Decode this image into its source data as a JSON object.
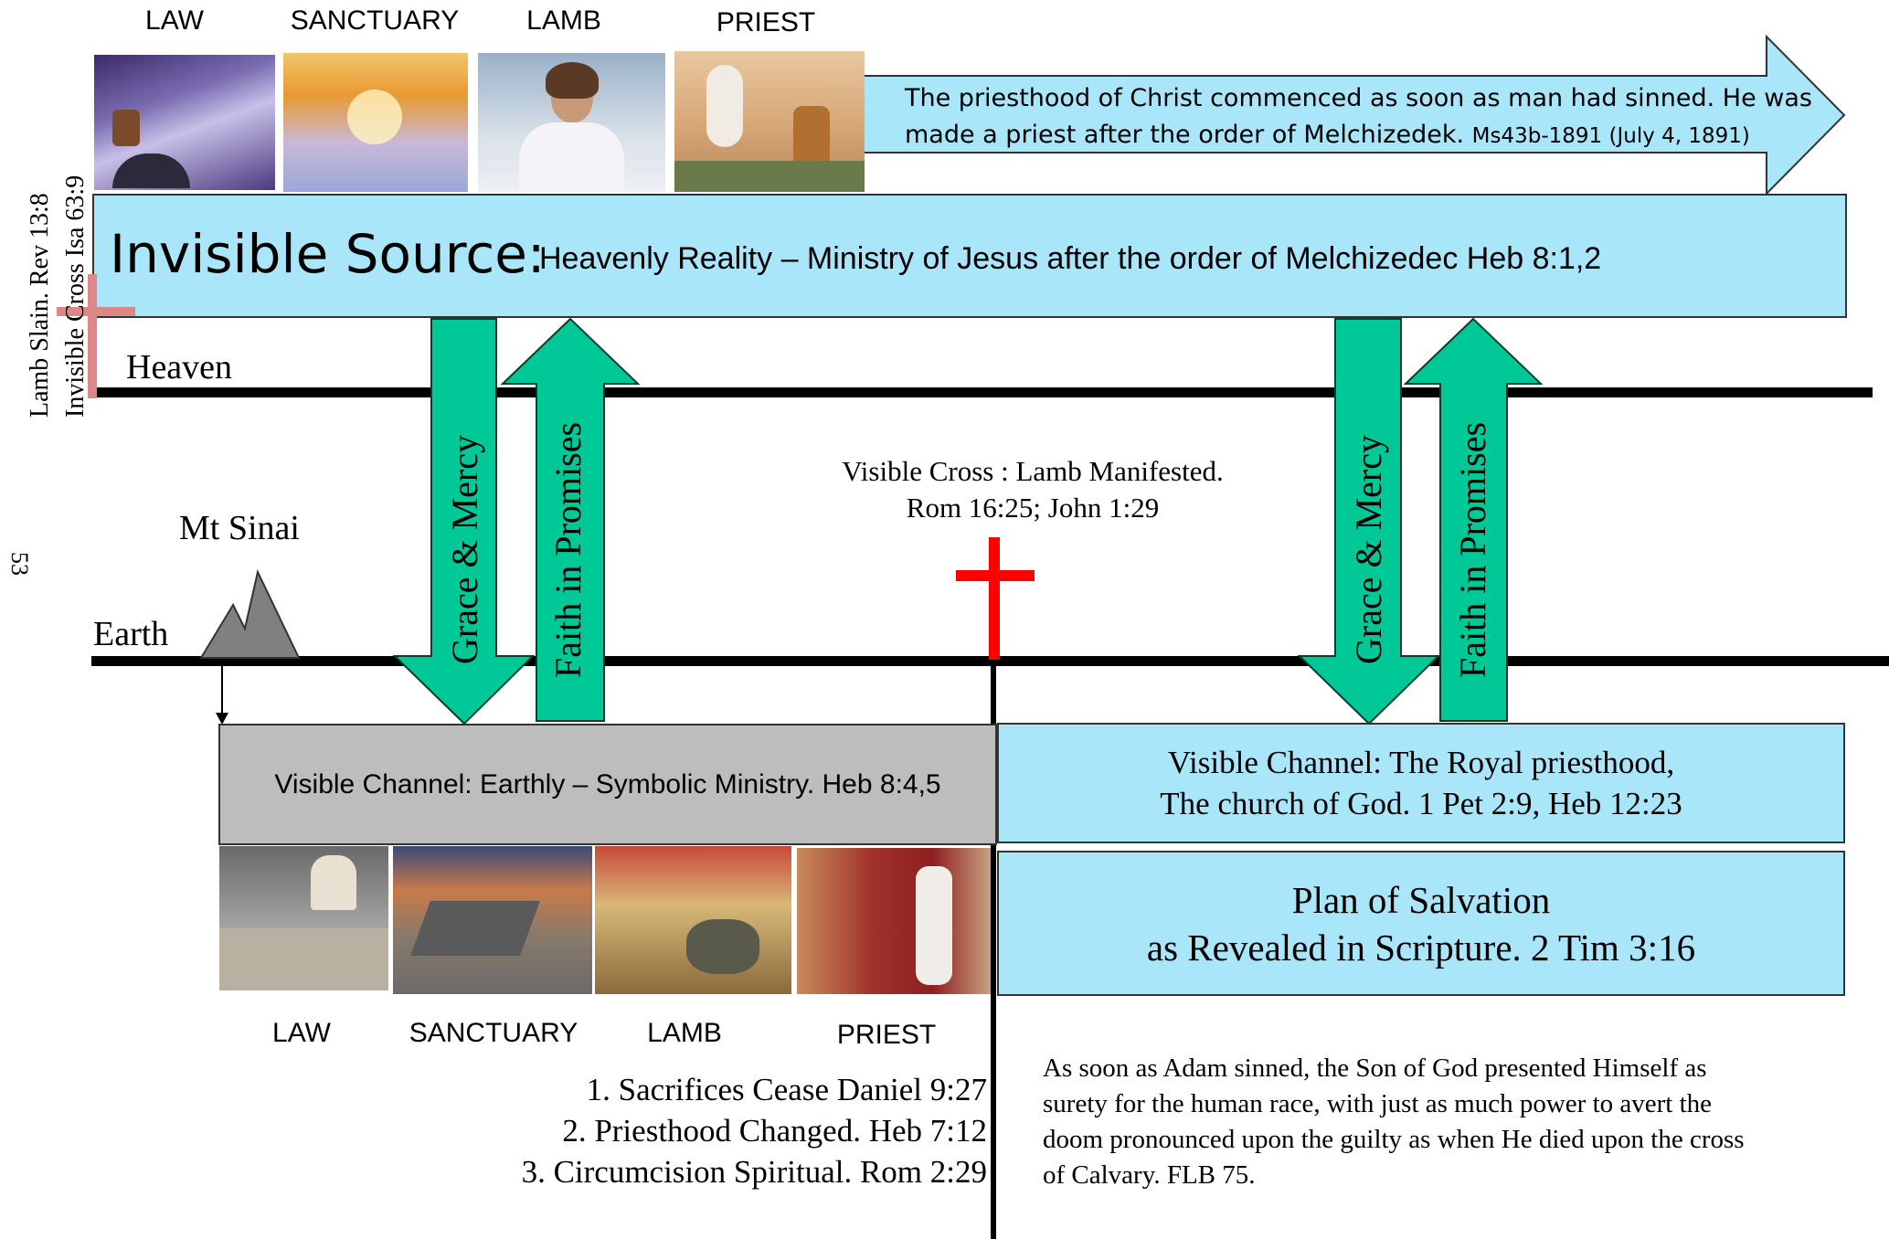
{
  "top_labels": [
    "LAW",
    "SANCTUARY",
    "LAMB",
    "PRIEST"
  ],
  "top_arrow_text": {
    "line1": "The priesthood of Christ commenced as soon as man had sinned. He was",
    "line2_main": "made a priest after the order of Melchizedek.",
    "line2_ref": "Ms43b-1891 (July 4, 1891)"
  },
  "source_bar": {
    "title": "Invisible Source:",
    "subtitle": "Heavenly Reality –  Ministry of Jesus after the order of Melchizedec  Heb 8:1,2"
  },
  "side_text": {
    "line1": "Lamb Slain. Rev 13:8",
    "line2": "Invisible Cross Isa 63:9"
  },
  "page_number": "53",
  "heaven_label": "Heaven",
  "earth_label": "Earth",
  "sinai_label": "Mt Sinai",
  "arrows": {
    "grace": "Grace & Mercy",
    "faith": "Faith in Promises"
  },
  "visible_cross": {
    "line1": "Visible Cross : Lamb Manifested.",
    "line2": "Rom 16:25; John 1:29"
  },
  "earthly_channel": "Visible Channel: Earthly – Symbolic Ministry. Heb 8:4,5",
  "royal_channel": {
    "line1": "Visible Channel: The Royal priesthood,",
    "line2": "The church of God.  1 Pet 2:9, Heb 12:23"
  },
  "plan_box": {
    "line1": "Plan of Salvation",
    "line2": "as Revealed in Scripture. 2 Tim 3:16"
  },
  "bottom_labels": [
    "LAW",
    "SANCTUARY",
    "LAMB",
    "PRIEST"
  ],
  "changes": [
    "1. Sacrifices Cease Daniel 9:27",
    "2. Priesthood Changed. Heb 7:12",
    "3. Circumcision Spiritual. Rom 2:29"
  ],
  "quote": {
    "line1": "As soon as Adam sinned, the Son of God presented Himself as",
    "line2": "surety for the human race, with just as much power to avert the",
    "line3": "doom pronounced upon the guilty as when He died upon the cross",
    "line4": "of Calvary. FLB 75."
  },
  "colors": {
    "light_blue": "#a9e6fa",
    "green_arrow": "#00c896",
    "gray_box": "#bdbdbd",
    "red_cross": "#ff0000",
    "pink_cross": "#dd8888"
  }
}
